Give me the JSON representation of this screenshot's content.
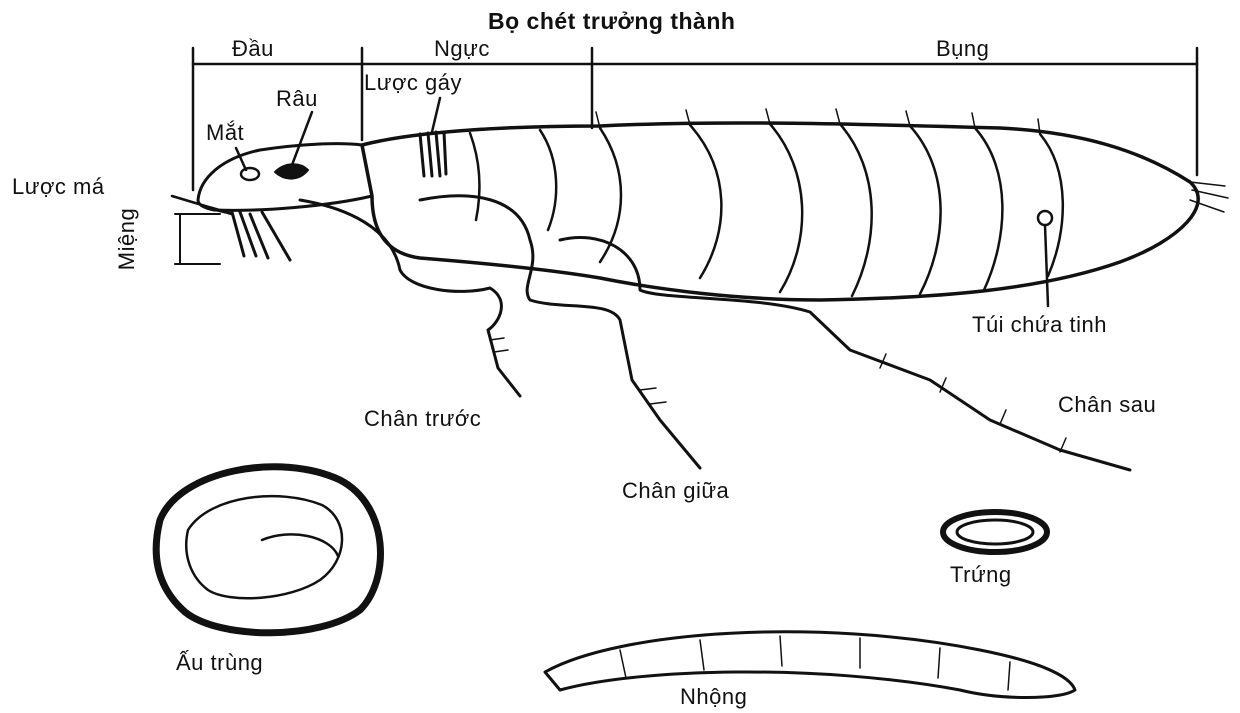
{
  "title": "Bọ chét trưởng thành",
  "regions": {
    "head": "Đầu",
    "thorax": "Ngực",
    "abdomen": "Bụng"
  },
  "labels": {
    "pronotal_comb": "Lược gáy",
    "antenna": "Râu",
    "eye": "Mắt",
    "genal_comb": "Lược má",
    "mouth": "Miệng",
    "spermatheca": "Túi chứa tinh",
    "foreleg": "Chân trước",
    "midleg": "Chân giữa",
    "hindleg": "Chân sau"
  },
  "stages": {
    "egg": "Trứng",
    "larva": "Ấu trùng",
    "pupa": "Nhộng"
  }
}
